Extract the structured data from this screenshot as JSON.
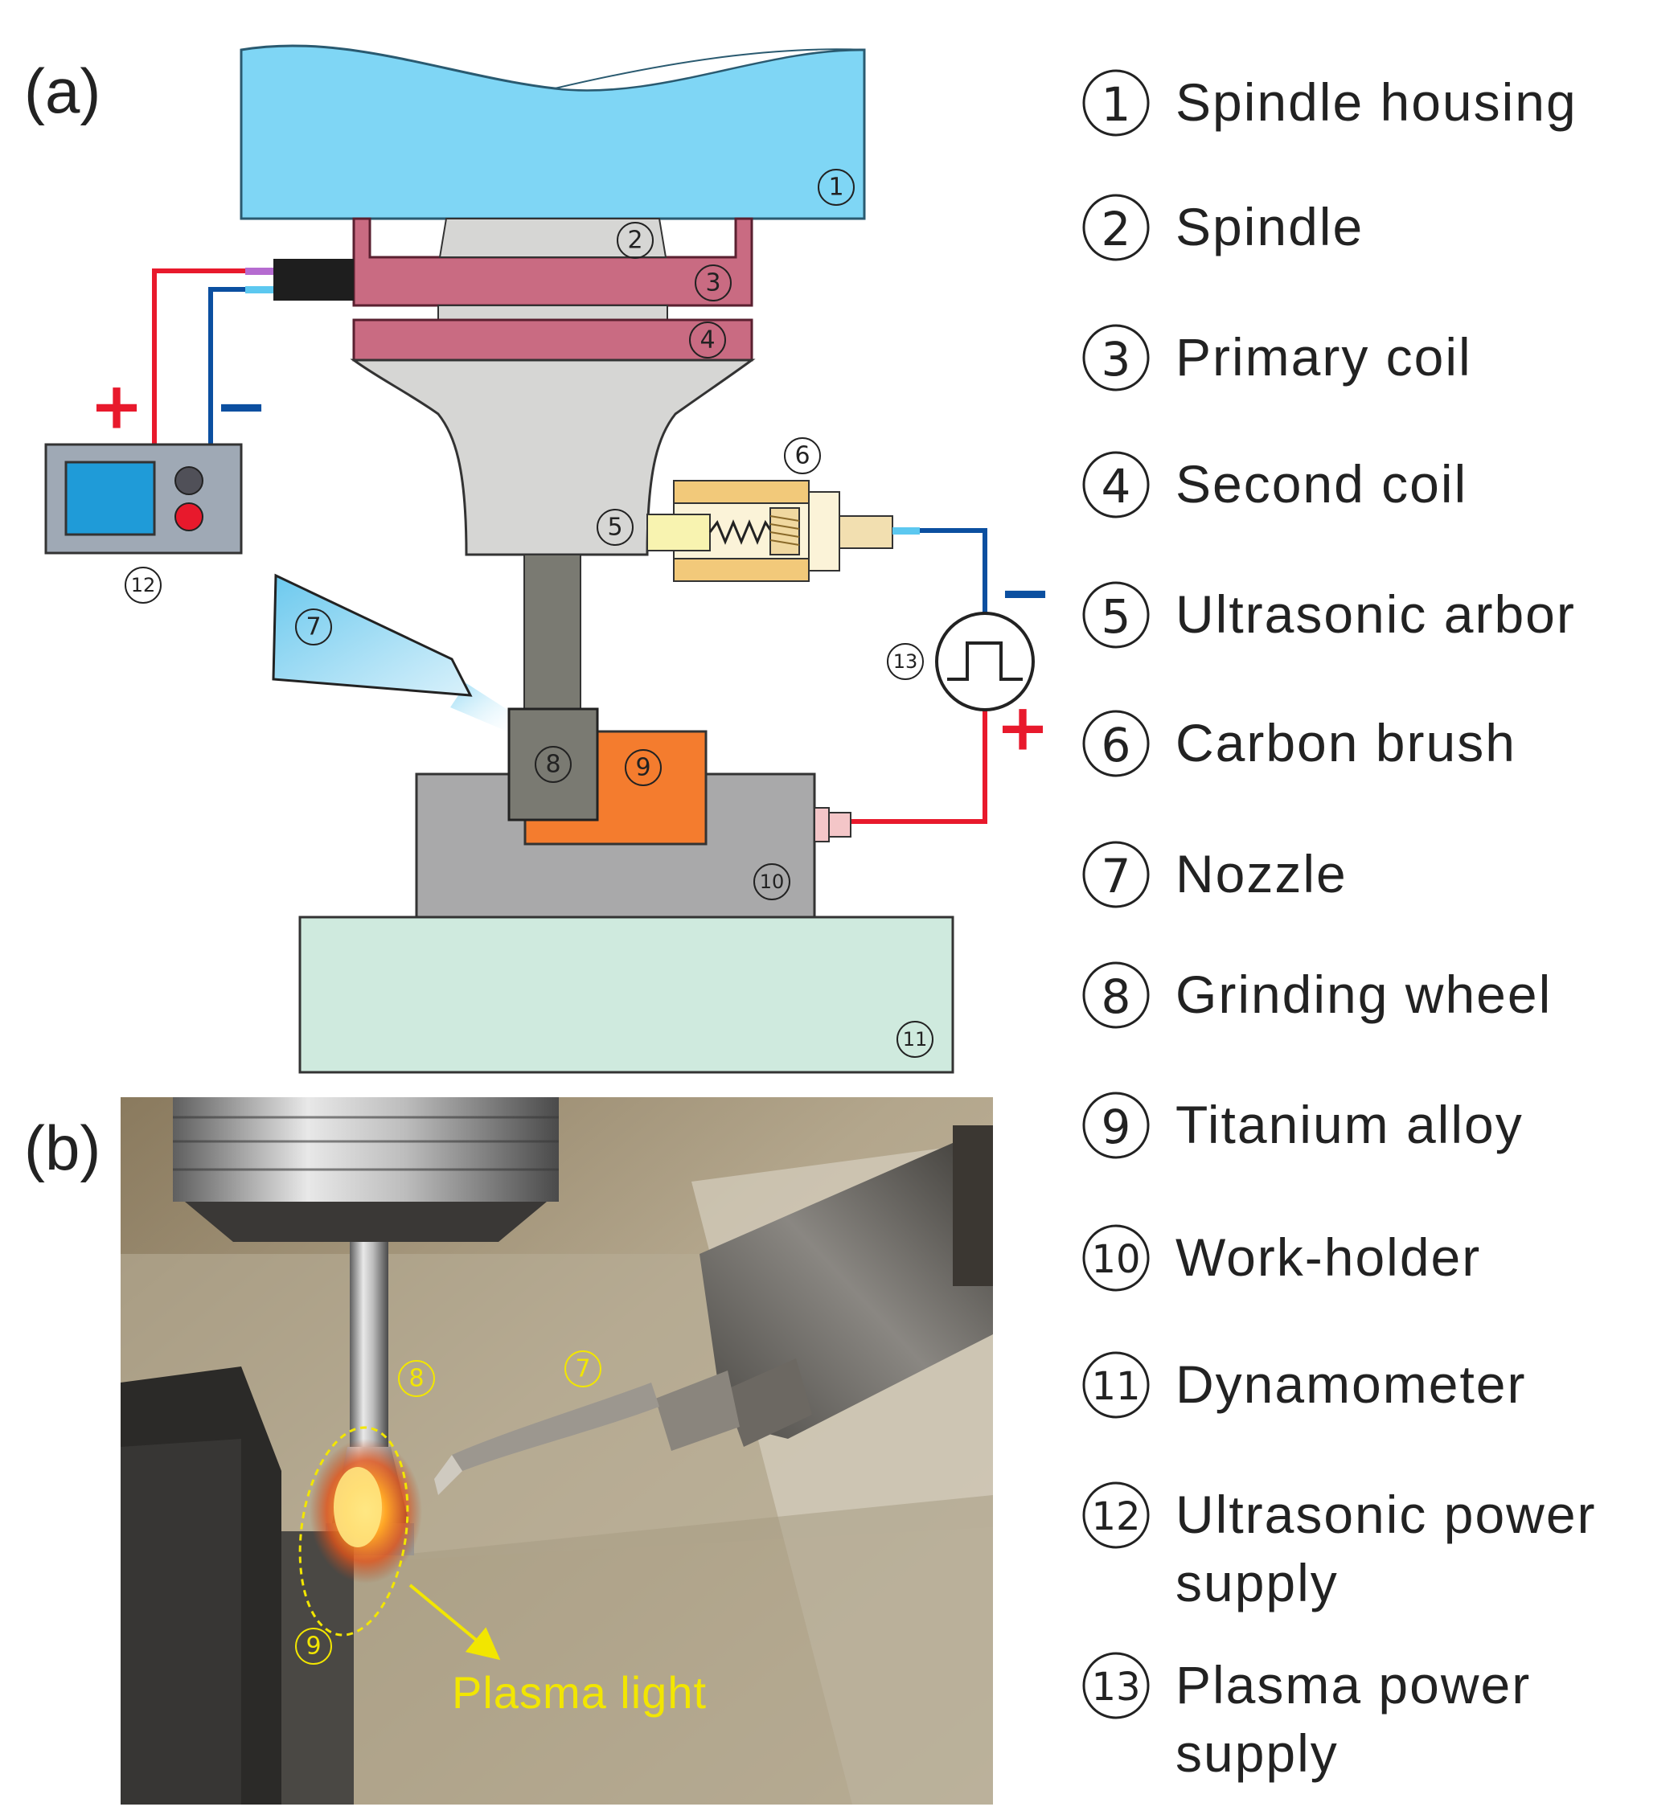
{
  "panels": {
    "a": "(a)",
    "b": "(b)"
  },
  "markers": [
    "1",
    "2",
    "3",
    "4",
    "5",
    "6",
    "7",
    "8",
    "9",
    "10",
    "11",
    "12",
    "13"
  ],
  "polarity": {
    "plus": "+",
    "minus": "−"
  },
  "photo": {
    "plasma_label": "Plasma light"
  },
  "legend": [
    {
      "num": "1",
      "lines": [
        "Spindle housing"
      ]
    },
    {
      "num": "2",
      "lines": [
        "Spindle"
      ]
    },
    {
      "num": "3",
      "lines": [
        "Primary coil"
      ]
    },
    {
      "num": "4",
      "lines": [
        "Second coil"
      ]
    },
    {
      "num": "5",
      "lines": [
        "Ultrasonic arbor"
      ]
    },
    {
      "num": "6",
      "lines": [
        "Carbon brush"
      ]
    },
    {
      "num": "7",
      "lines": [
        "Nozzle"
      ]
    },
    {
      "num": "8",
      "lines": [
        "Grinding wheel"
      ]
    },
    {
      "num": "9",
      "lines": [
        "Titanium alloy"
      ]
    },
    {
      "num": "10",
      "lines": [
        "Work-holder"
      ]
    },
    {
      "num": "11",
      "lines": [
        "Dynamometer"
      ]
    },
    {
      "num": "12",
      "lines": [
        "Ultrasonic power",
        "supply"
      ]
    },
    {
      "num": "13",
      "lines": [
        "Plasma power",
        "supply"
      ]
    }
  ],
  "colors": {
    "housing": "#7fd6f5",
    "coil": "#c96b82",
    "spindle": "#d6d6d4",
    "wheel": "#7a7a72",
    "workpiece": "#f47c2e",
    "holder": "#a9a9aa",
    "dynamometer": "#cfeade",
    "positive": "#e8192c",
    "negative": "#0b4fa0",
    "annotation_yellow": "#f2e600"
  }
}
